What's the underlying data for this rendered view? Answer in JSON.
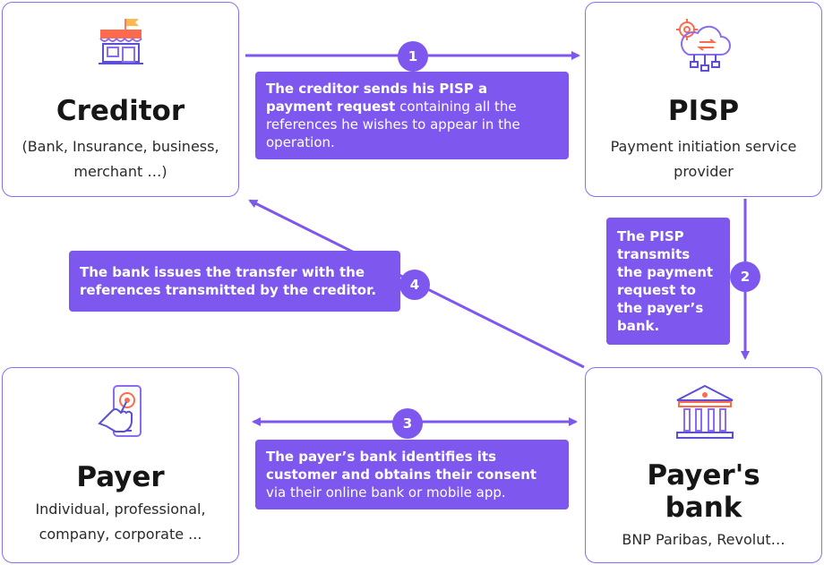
{
  "creditor": {
    "title": "Creditor",
    "sub_line1": "(Bank, Insurance, business,",
    "sub_line2": "merchant …)",
    "icon": "shop-icon"
  },
  "pisp": {
    "title": "PISP",
    "sub_line1": "Payment initiation service",
    "sub_line2": "provider",
    "icon": "cloud-gear-icon"
  },
  "payer": {
    "title": "Payer",
    "sub_line1": "Individual, professional,",
    "sub_line2": "company, corporate ...",
    "icon": "phone-touch-icon"
  },
  "payers_bank": {
    "title_line1": "Payer's",
    "title_line2": "bank",
    "sub_line1": "BNP Paribas, Revolut…",
    "icon": "bank-icon"
  },
  "steps": [
    {
      "number": "1",
      "bold": "The creditor sends his PISP a payment request",
      "rest": " containing all the references he wishes to appear in the operation."
    },
    {
      "number": "2",
      "bold": "The PISP transmits the payment request to the payer’s bank.",
      "rest": ""
    },
    {
      "number": "3",
      "bold": "The payer’s bank identifies its customer and obtains their consent",
      "rest": " via their online bank or mobile app."
    },
    {
      "number": "4",
      "bold": "The bank issues the transfer with the references transmitted by the creditor.",
      "rest": ""
    }
  ],
  "colors": {
    "accent": "#7e57ee",
    "border": "#8b6cf0"
  }
}
